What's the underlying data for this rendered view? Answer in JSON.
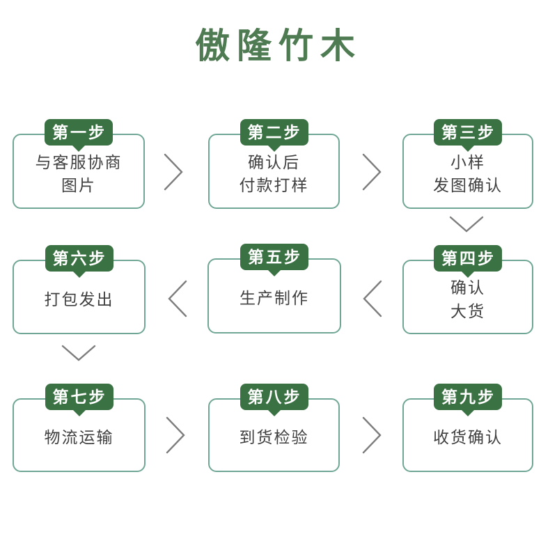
{
  "title": "傲隆竹木",
  "steps": [
    {
      "badge": "第一步",
      "text": "与客服协商\n图片"
    },
    {
      "badge": "第二步",
      "text": "确认后\n付款打样"
    },
    {
      "badge": "第三步",
      "text": "小样\n发图确认"
    },
    {
      "badge": "第四步",
      "text": "确认\n大货"
    },
    {
      "badge": "第五步",
      "text": "生产制作"
    },
    {
      "badge": "第六步",
      "text": "打包发出"
    },
    {
      "badge": "第七步",
      "text": "物流运输"
    },
    {
      "badge": "第八步",
      "text": "到货检验"
    },
    {
      "badge": "第九步",
      "text": "收货确认"
    }
  ],
  "flow": [
    {
      "from": "第一步",
      "to": "第二步",
      "direction": "right"
    },
    {
      "from": "第二步",
      "to": "第三步",
      "direction": "right"
    },
    {
      "from": "第三步",
      "to": "第四步",
      "direction": "down"
    },
    {
      "from": "第四步",
      "to": "第五步",
      "direction": "left"
    },
    {
      "from": "第五步",
      "to": "第六步",
      "direction": "left"
    },
    {
      "from": "第六步",
      "to": "第七步",
      "direction": "down"
    },
    {
      "from": "第七步",
      "to": "第八步",
      "direction": "right"
    },
    {
      "from": "第八步",
      "to": "第九步",
      "direction": "right"
    }
  ],
  "colors": {
    "title": "#4e7b52",
    "badge_bg": "#3b7244",
    "badge_text": "#ffffff",
    "box_border": "#6fa695",
    "box_text": "#404040",
    "arrow": "#7d7d7d",
    "background": "#ffffff"
  }
}
